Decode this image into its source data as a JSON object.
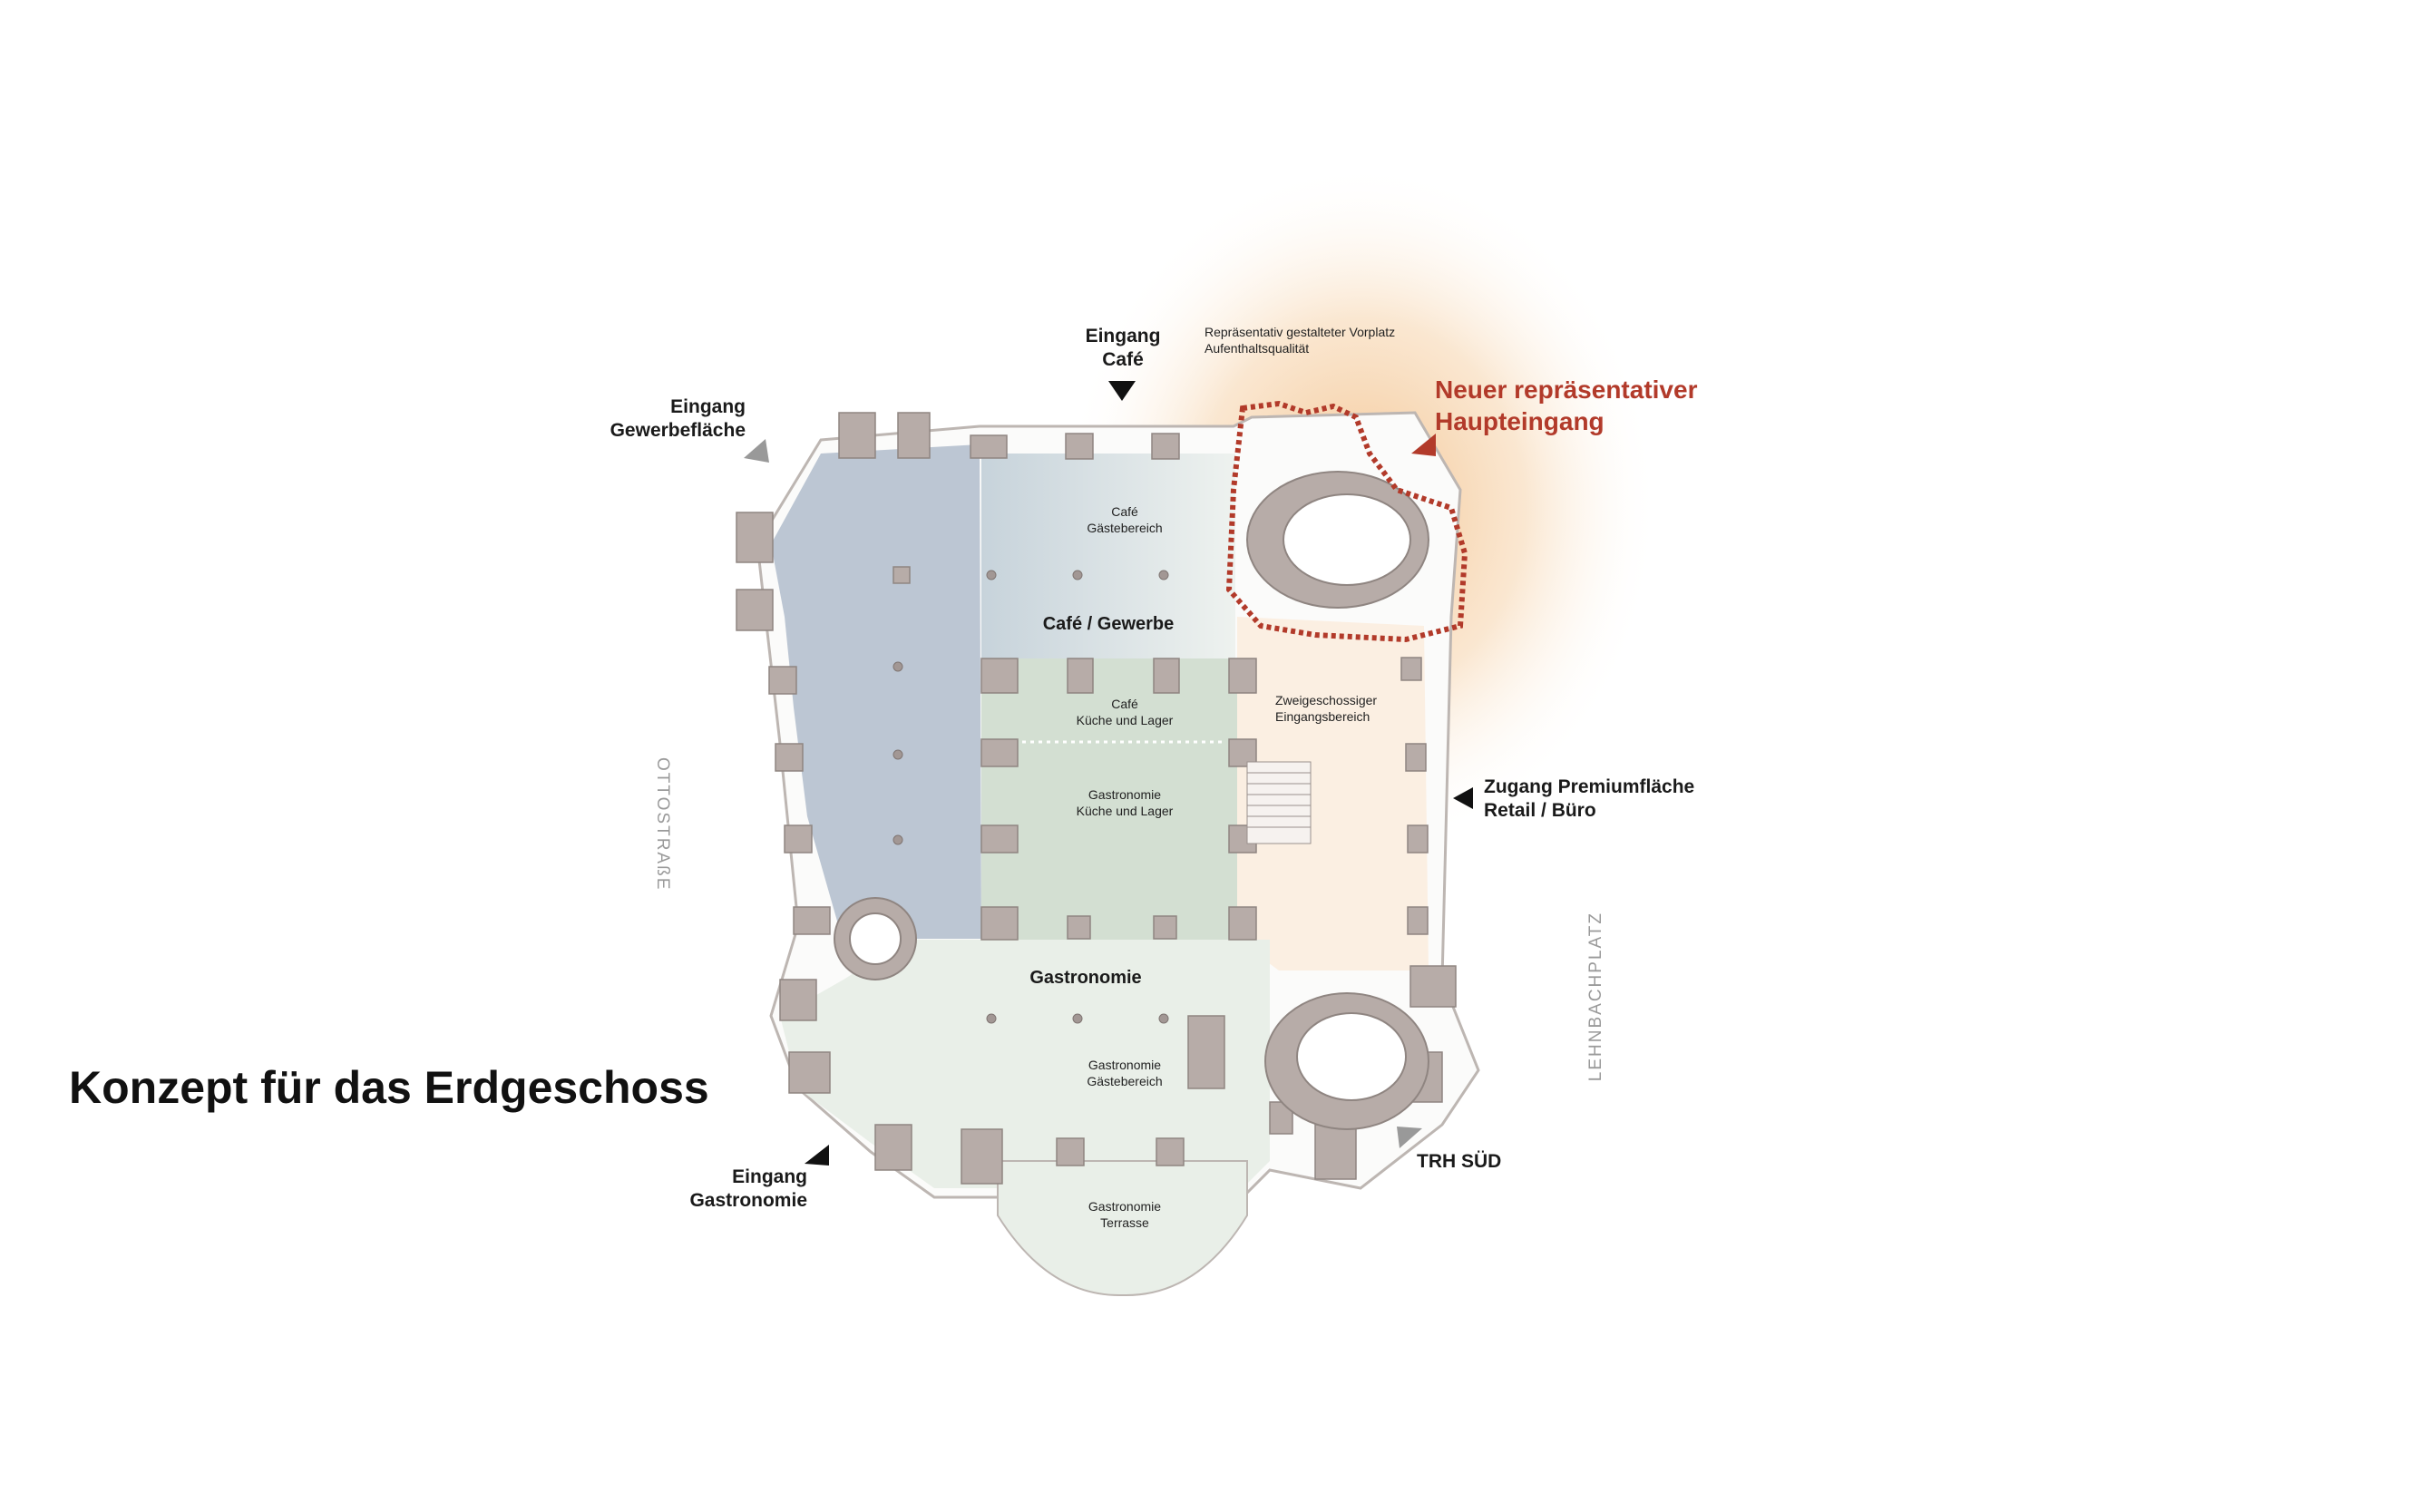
{
  "title": "Konzept für das Erdgeschoss",
  "highlight": {
    "line1": "Neuer repräsentativer",
    "line2": "Haupteingang",
    "color": "#b23a2a"
  },
  "forecourt_note": {
    "line1": "Repräsentativ gestalteter Vorplatz",
    "line2": "Aufenthaltsqualität"
  },
  "entrances": {
    "cafe": {
      "line1": "Eingang",
      "line2": "Café"
    },
    "gewerbe": {
      "line1": "Eingang",
      "line2": "Gewerbefläche"
    },
    "gastronomie": {
      "line1": "Eingang",
      "line2": "Gastronomie"
    },
    "premium": {
      "line1": "Zugang Premiumfläche",
      "line2": "Retail / Büro"
    },
    "trh": {
      "line1": "TRH SÜD"
    }
  },
  "streets": {
    "west": "OTTOSTRAßE",
    "east": "LEHNBACHPLATZ"
  },
  "zones": {
    "cafe_gewerbe": "Café / Gewerbe",
    "gastronomie": "Gastronomie"
  },
  "rooms": {
    "cafe_gaeste": {
      "line1": "Café",
      "line2": "Gästebereich"
    },
    "cafe_kueche": {
      "line1": "Café",
      "line2": "Küche und Lager"
    },
    "gastro_kueche": {
      "line1": "Gastronomie",
      "line2": "Küche und Lager"
    },
    "eingangsbereich": {
      "line1": "Zweigeschossiger",
      "line2": "Eingangsbereich"
    },
    "gastro_gaeste": {
      "line1": "Gastronomie",
      "line2": "Gästebereich"
    },
    "gastro_terrasse": {
      "line1": "Gastronomie",
      "line2": "Terrasse"
    }
  },
  "colors": {
    "gewerbe_zone": "#bcc6d3",
    "cafe_zone": "#ccd8dc",
    "kitchen_zone": "#d3dfd2",
    "gastro_zone": "#e9efe8",
    "entrance_zone": "#fbefe2",
    "walls": "#b7aca8",
    "glow": "#f3c08a"
  }
}
